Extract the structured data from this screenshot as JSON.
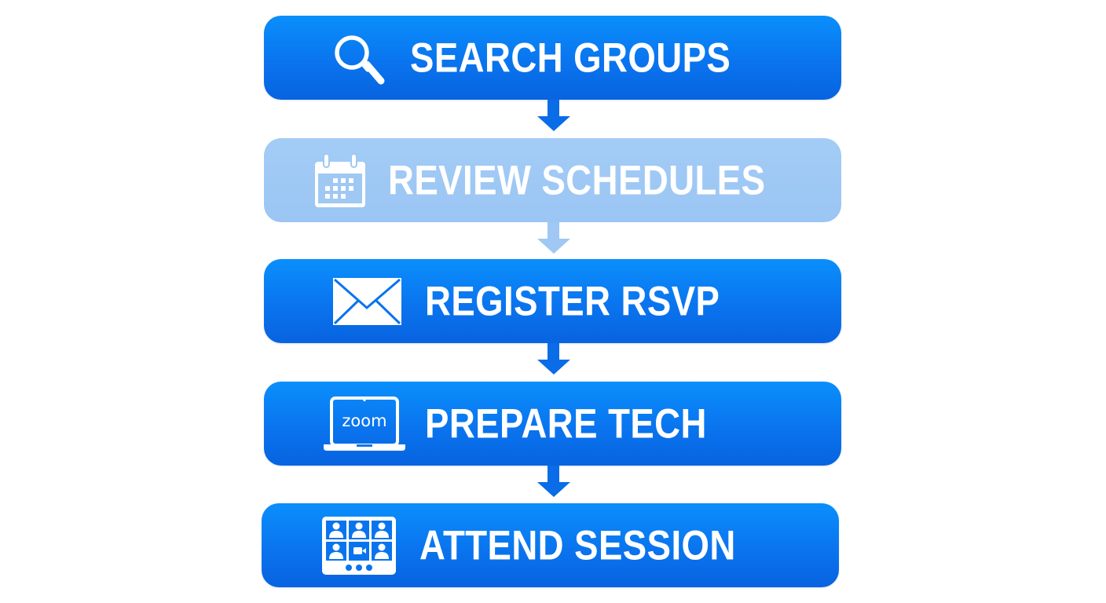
{
  "colors": {
    "step_active_top": "#0a8ffc",
    "step_active_bottom": "#0863e0",
    "step_muted": "#9fc8f4",
    "arrow_active": "#0a6ce6",
    "arrow_muted": "#9fc8f4",
    "text": "#ffffff",
    "background": "#ffffff"
  },
  "flow": {
    "steps": [
      {
        "label": "SEARCH GROUPS",
        "icon": "magnifying-glass",
        "state": "active"
      },
      {
        "label": "REVIEW SCHEDULES",
        "icon": "calendar",
        "state": "muted"
      },
      {
        "label": "REGISTER RSVP",
        "icon": "envelope",
        "state": "active"
      },
      {
        "label": "PREPARE TECH",
        "icon": "laptop-zoom",
        "icon_text": "zoom",
        "state": "active"
      },
      {
        "label": "ATTEND SESSION",
        "icon": "video-conference-grid",
        "state": "active"
      }
    ],
    "connectors": [
      {
        "from": 0,
        "to": 1,
        "state": "active"
      },
      {
        "from": 1,
        "to": 2,
        "state": "muted"
      },
      {
        "from": 2,
        "to": 3,
        "state": "active"
      },
      {
        "from": 3,
        "to": 4,
        "state": "active"
      }
    ]
  }
}
